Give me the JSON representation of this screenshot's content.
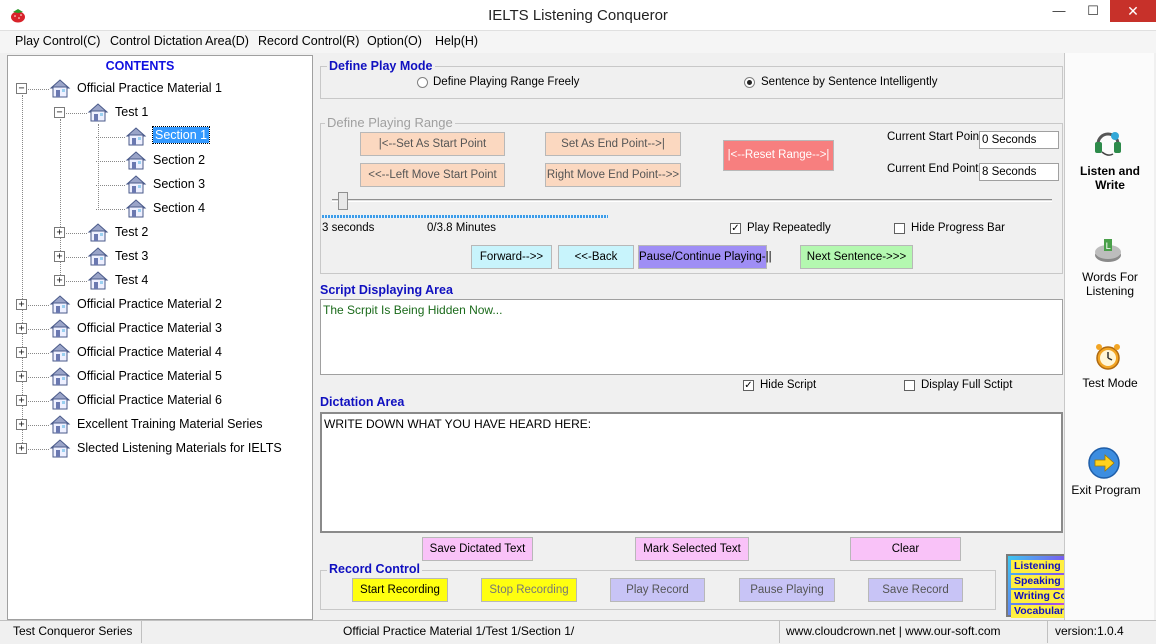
{
  "window": {
    "title": "IELTS Listening Conqueror",
    "min": "—",
    "max": "☐",
    "close": "✕"
  },
  "menu": [
    "Play Control(C)",
    "Control Dictation Area(D)",
    "Record Control(R)",
    "Option(O)",
    "Help(H)"
  ],
  "tree": {
    "title": "CONTENTS",
    "items": [
      {
        "label": "Official Practice Material 1",
        "exp": "−"
      },
      {
        "label": "Test 1",
        "exp": "−"
      },
      {
        "label": "Section 1",
        "exp": "",
        "selected": true
      },
      {
        "label": "Section 2",
        "exp": ""
      },
      {
        "label": "Section 3",
        "exp": ""
      },
      {
        "label": "Section 4",
        "exp": ""
      },
      {
        "label": "Test 2",
        "exp": "+"
      },
      {
        "label": "Test 3",
        "exp": "+"
      },
      {
        "label": "Test 4",
        "exp": "+"
      },
      {
        "label": "Official Practice Material 2",
        "exp": "+"
      },
      {
        "label": "Official Practice Material 3",
        "exp": "+"
      },
      {
        "label": "Official Practice Material 4",
        "exp": "+"
      },
      {
        "label": "Official Practice Material 5",
        "exp": "+"
      },
      {
        "label": "Official Practice Material 6",
        "exp": "+"
      },
      {
        "label": "Excellent Training Material Series",
        "exp": "+"
      },
      {
        "label": "Slected Listening Materials for IELTS",
        "exp": "+"
      }
    ]
  },
  "play_mode": {
    "title": "Define Play Mode",
    "opt_free": "Define Playing Range Freely",
    "opt_sentence": "Sentence by Sentence Intelligently"
  },
  "range": {
    "title": "Define Playing Range",
    "set_start": "|<--Set As Start Point",
    "set_end": "Set As End Point-->|",
    "reset": "|<--Reset Range-->|",
    "left_move": "<<--Left Move Start Point",
    "right_move": "Right Move End Point-->>",
    "start_label": "Current Start Point:",
    "start_value": "0 Seconds",
    "end_label": "Current  End Point:",
    "end_value": "8 Seconds",
    "seconds_text": "3 seconds",
    "minutes_text": "0/3.8 Minutes",
    "play_repeat": "Play Repeatedly",
    "hide_progress": "Hide Progress Bar",
    "forward": "Forward-->>",
    "back": "<<-Back",
    "pause_continue": "Pause/Continue Playing-||",
    "next_sentence": "Next Sentence->>>"
  },
  "script": {
    "title": "Script Displaying Area",
    "text": "The Scrpit Is Being Hidden Now...",
    "hide_script": "Hide Script",
    "display_full": "Display Full Sctipt"
  },
  "dictation": {
    "title": "Dictation Area",
    "text": "WRITE DOWN WHAT YOU HAVE HEARD HERE:",
    "save": "Save Dictated Text",
    "mark": "Mark Selected Text",
    "clear": "Clear"
  },
  "record": {
    "title": "Record Control",
    "start": "Start Recording",
    "stop": "Stop Recording",
    "play": "Play Record",
    "pause": "Pause Playing",
    "save": "Save Record"
  },
  "toolbar": {
    "listen_write": "Listen and Write",
    "words": "Words For Listening",
    "test_mode": "Test Mode",
    "exit": "Exit Program"
  },
  "banner": [
    "Listening Conqueror",
    "Speaking Conqueror",
    "Writing Conqueror",
    "Vocabulary Conqueror"
  ],
  "status": {
    "series": "Test Conqueror Series",
    "path": "Official Practice Material 1/Test 1/Section 1/",
    "site": "www.cloudcrown.net | www.our-soft.com",
    "version": "version:1.0.4"
  },
  "colors": {
    "accent_blue": "#1010c0",
    "selection": "#3399ff",
    "close_red": "#c7312a"
  }
}
